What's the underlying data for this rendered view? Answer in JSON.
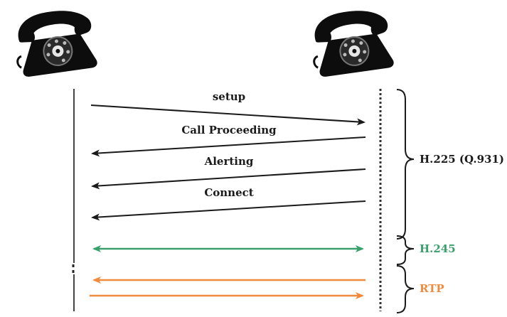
{
  "diagram": {
    "messages": [
      {
        "label": "setup",
        "direction": "right"
      },
      {
        "label": "Call Proceeding",
        "direction": "left"
      },
      {
        "label": "Alerting",
        "direction": "left"
      },
      {
        "label": "Connect",
        "direction": "left"
      }
    ],
    "groups": [
      {
        "label": "H.225 (Q.931)",
        "color": "#1a1a1a"
      },
      {
        "label": "H.245",
        "color": "#3aa06b"
      },
      {
        "label": "RTP",
        "color": "#f08a3c"
      }
    ],
    "colors": {
      "signaling": "#1a1a1a",
      "h245": "#3aa06b",
      "rtp": "#f08a3c"
    },
    "icons": [
      "telephone-icon",
      "telephone-icon"
    ]
  }
}
